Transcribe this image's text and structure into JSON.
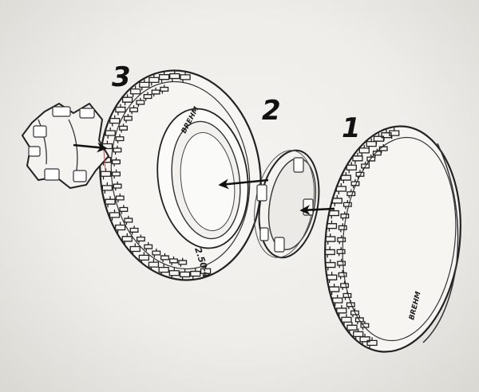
{
  "steps": {
    "step1": "1",
    "step2": "2",
    "step3": "3"
  },
  "tire_sidewall": {
    "size_marking": "2.50-4",
    "brand_marking": "BREHM"
  },
  "colors": {
    "background": "#efeeea",
    "line": "#222222",
    "arrow": "#111111",
    "accent_mark": "#d24848"
  },
  "parts": [
    {
      "id": "outer-tire",
      "icon": "tire-icon"
    },
    {
      "id": "insert-ring",
      "icon": "ring-icon"
    },
    {
      "id": "middle-tire",
      "icon": "tire-icon"
    },
    {
      "id": "hub-cap",
      "icon": "hub-icon"
    }
  ]
}
